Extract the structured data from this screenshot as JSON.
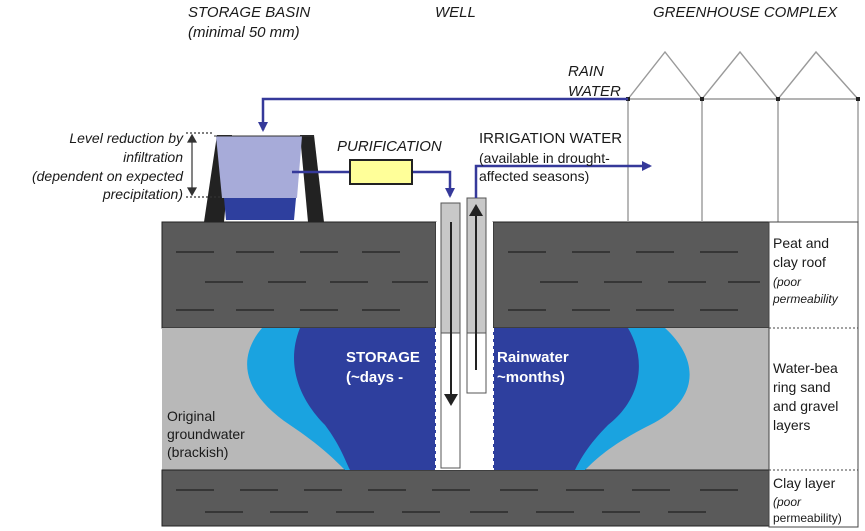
{
  "headers": {
    "storage_basin": "STORAGE BASIN",
    "storage_basin_note": "(minimal 50 mm)",
    "well": "WELL",
    "greenhouse": "GREENHOUSE COMPLEX"
  },
  "labels": {
    "rain_line1": "RAIN",
    "rain_line2": "WATER",
    "purification": "PURIFICATION",
    "irrigation_title": "IRRIGATION WATER",
    "irrigation_line2": "(available in drought-",
    "irrigation_line3": "affected seasons)",
    "level_line1": "Level reduction by",
    "level_line2": "infiltration",
    "level_line3": "(dependent on expected",
    "level_line4": "precipitation)",
    "storage_line1": "STORAGE",
    "storage_line2": "(~days -",
    "rainwater_line1": "Rainwater",
    "rainwater_line2": "~months)",
    "groundwater_line1": "Original",
    "groundwater_line2": "groundwater",
    "groundwater_line3": "(brackish)"
  },
  "layers": {
    "peat_line1": "Peat and",
    "peat_line2": "clay roof",
    "peat_note1": "(poor",
    "peat_note2": "permeability",
    "sand_line1": "Water-bea",
    "sand_line2": "ring sand",
    "sand_line3": "and gravel",
    "sand_line4": "layers",
    "clay_line1": "Clay layer",
    "clay_note1": "(poor",
    "clay_note2": "permeability)"
  },
  "colors": {
    "dark_layer": "#5a5a5a",
    "grey_layer": "#b8b8b8",
    "light_blue": "#1aa3e0",
    "dark_blue": "#2e3f9e",
    "arrow_blue": "#35399a",
    "filter_yellow": "#ffff99"
  }
}
